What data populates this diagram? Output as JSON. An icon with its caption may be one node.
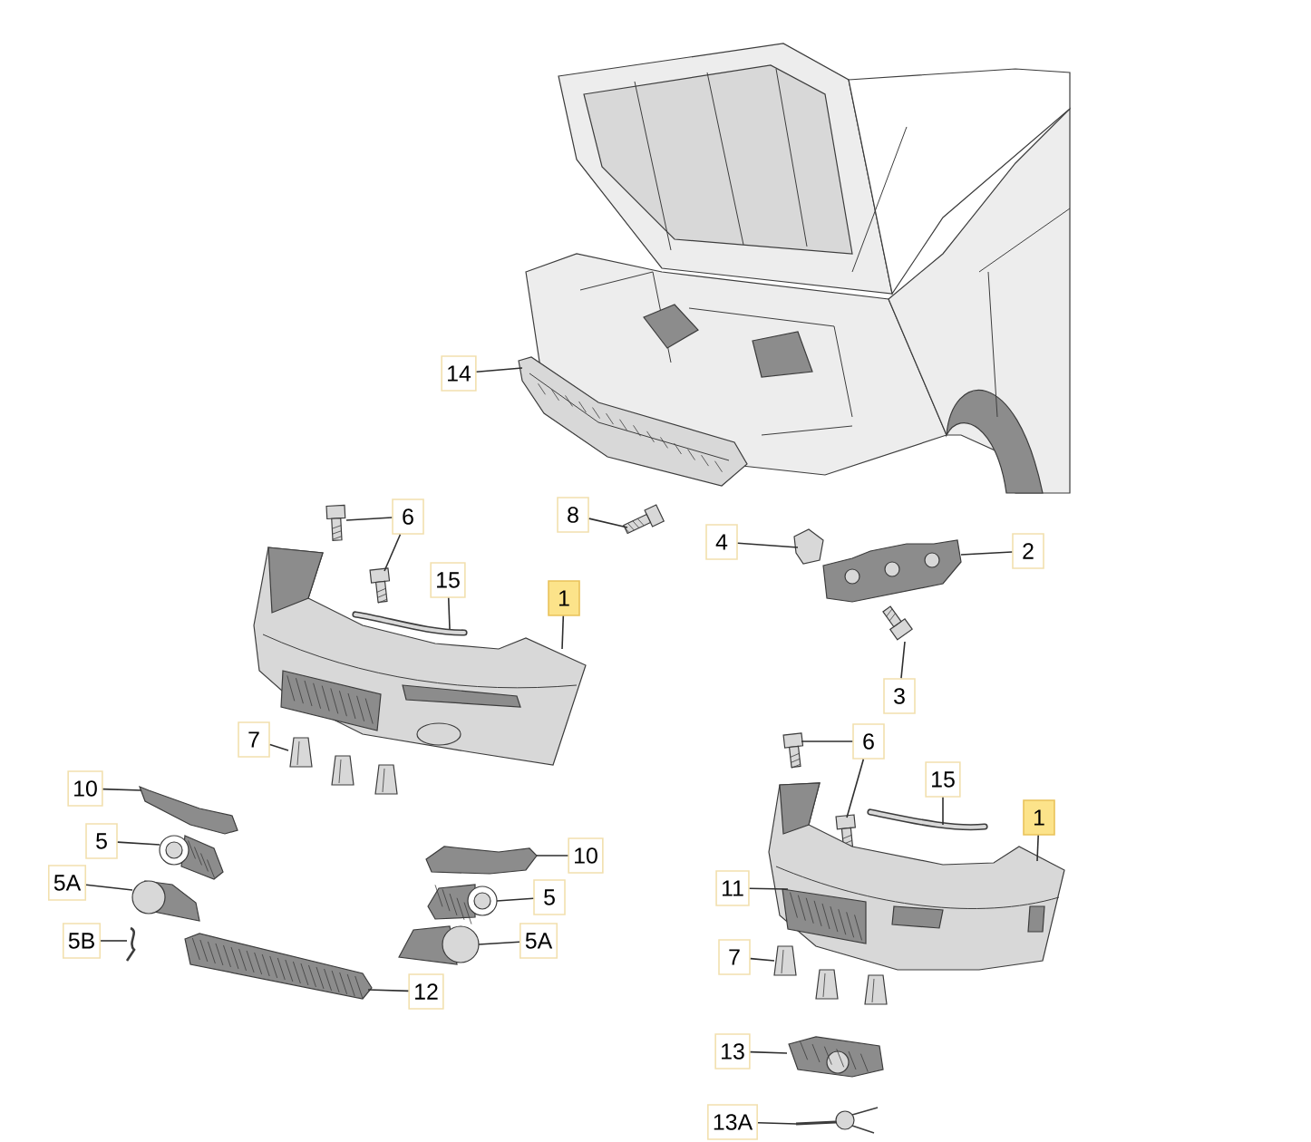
{
  "diagram": {
    "nodes": [
      {
        "text": [
          "14"
        ]
      },
      {
        "text": [
          "8"
        ]
      },
      {
        "text": [
          "6"
        ]
      },
      {
        "text": [
          "4"
        ]
      },
      {
        "text": [
          "2"
        ]
      },
      {
        "text": [
          "15"
        ]
      },
      {
        "text": [
          "1"
        ]
      },
      {
        "text": [
          "3"
        ]
      },
      {
        "text": [
          "7"
        ]
      },
      {
        "text": [
          "6"
        ]
      },
      {
        "text": [
          "15"
        ]
      },
      {
        "text": [
          "10"
        ]
      },
      {
        "text": [
          "1"
        ]
      },
      {
        "text": [
          "5"
        ]
      },
      {
        "text": [
          "10"
        ]
      },
      {
        "text": [
          "5A"
        ]
      },
      {
        "text": [
          "11"
        ]
      },
      {
        "text": [
          "5"
        ]
      },
      {
        "text": [
          "5B"
        ]
      },
      {
        "text": [
          "5A"
        ]
      },
      {
        "text": [
          "7"
        ]
      },
      {
        "text": [
          "12"
        ]
      },
      {
        "text": [
          "13"
        ]
      },
      {
        "text": [
          "13A"
        ]
      },
      {
        "text": [],
        "shape": "picture"
      },
      {
        "text": [],
        "shape": "picture"
      },
      {
        "text": [],
        "shape": "picture"
      },
      {
        "text": [],
        "shape": "picture"
      },
      {
        "text": [],
        "shape": "picture"
      },
      {
        "text": [],
        "shape": "picture"
      },
      {
        "text": [],
        "shape": "picture"
      },
      {
        "text": [],
        "shape": "picture"
      },
      {
        "text": [],
        "shape": "picture"
      },
      {
        "text": [],
        "shape": "picture"
      },
      {
        "text": [],
        "shape": "picture"
      },
      {
        "text": [],
        "shape": "picture"
      },
      {
        "text": [],
        "shape": "picture"
      },
      {
        "text": [],
        "shape": "picture"
      },
      {
        "text": [],
        "shape": "picture"
      },
      {
        "text": [],
        "shape": "picture"
      },
      {
        "text": [],
        "shape": "picture"
      },
      {
        "text": [],
        "shape": "picture"
      },
      {
        "text": [],
        "shape": "picture"
      },
      {
        "text": [],
        "shape": "picture"
      },
      {
        "text": [],
        "shape": "picture"
      },
      {
        "text": [],
        "shape": "picture"
      },
      {
        "text": [],
        "shape": "picture"
      },
      {
        "text": [],
        "shape": "picture"
      },
      {
        "text": [],
        "shape": "picture",
        "in": 47
      },
      {
        "text": [],
        "shape": "picture"
      },
      {
        "text": [],
        "shape": "picture"
      },
      {
        "text": [],
        "shape": "picture"
      },
      {
        "text": [],
        "shape": "picture"
      },
      {
        "text": [],
        "shape": "picture"
      }
    ],
    "edges": [
      {
        "from": 0,
        "to": 24,
        "arrow": "none"
      },
      {
        "from": 1,
        "to": 25,
        "arrow": "none"
      },
      {
        "from": 2,
        "to": 26,
        "arrow": "none"
      },
      {
        "from": 2,
        "to": 27,
        "arrow": "none"
      },
      {
        "from": 3,
        "to": 30,
        "arrow": "none"
      },
      {
        "from": 4,
        "to": 31,
        "arrow": "none"
      },
      {
        "from": 5,
        "to": 28,
        "arrow": "none"
      },
      {
        "from": 6,
        "to": 29,
        "arrow": "none"
      },
      {
        "from": 7,
        "to": 32,
        "arrow": "none"
      },
      {
        "from": 8,
        "to": 33,
        "arrow": "none"
      },
      {
        "from": 9,
        "to": 44,
        "arrow": "none"
      },
      {
        "from": 9,
        "to": 45,
        "arrow": "none"
      },
      {
        "from": 10,
        "to": 46,
        "arrow": "none"
      },
      {
        "from": 11,
        "to": 36,
        "arrow": "none"
      },
      {
        "from": 12,
        "to": 47,
        "arrow": "none"
      },
      {
        "from": 13,
        "to": 37,
        "arrow": "none"
      },
      {
        "from": 14,
        "to": 41,
        "arrow": "none"
      },
      {
        "from": 15,
        "to": 38,
        "arrow": "none"
      },
      {
        "from": 16,
        "to": 48,
        "arrow": "none"
      },
      {
        "from": 17,
        "to": 42,
        "arrow": "none"
      },
      {
        "from": 18,
        "to": 39,
        "arrow": "none"
      },
      {
        "from": 19,
        "to": 43,
        "arrow": "none"
      },
      {
        "from": 20,
        "to": 49,
        "arrow": "none"
      },
      {
        "from": 21,
        "to": 40,
        "arrow": "none"
      },
      {
        "from": 22,
        "to": 52,
        "arrow": "none"
      },
      {
        "from": 23,
        "to": 53,
        "arrow": "none"
      }
    ]
  }
}
